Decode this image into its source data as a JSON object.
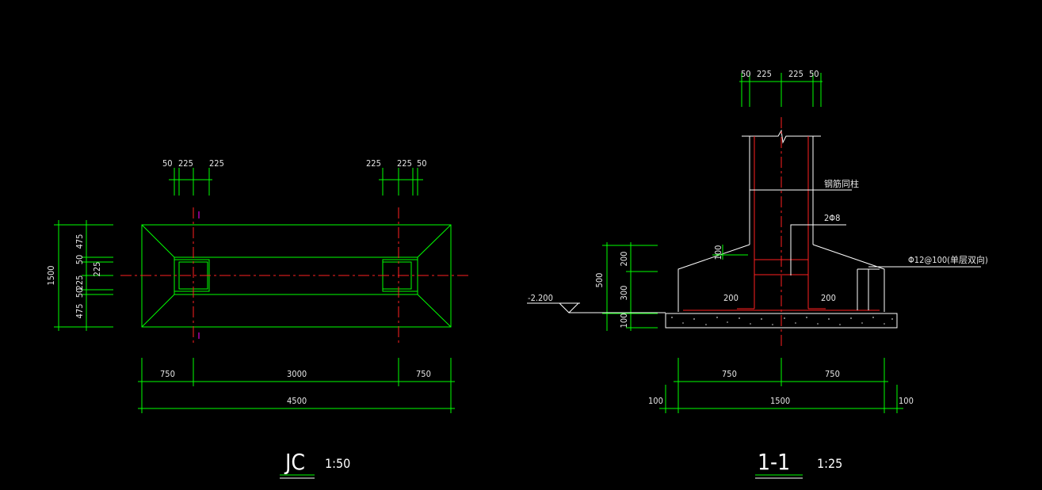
{
  "plan": {
    "top_dims_left": [
      "50",
      "225",
      "225"
    ],
    "top_dims_right": [
      "225",
      "225",
      "50"
    ],
    "left_total": "1500",
    "left_dims": [
      "475",
      "50",
      "225",
      "50",
      "475"
    ],
    "left_inner": "225",
    "bottom_dims": [
      "750",
      "3000",
      "750"
    ],
    "bottom_total": "4500",
    "title": "JC",
    "scale": "1:50"
  },
  "section": {
    "top_dims": [
      "50",
      "225",
      "225",
      "50"
    ],
    "label_rebar_column": "钢筋同柱",
    "label_stirrup": "2Φ8",
    "label_mesh": "Φ12@100(单层双向)",
    "label_small_100": "100",
    "height_total": "500",
    "height_dims": [
      "200",
      "300",
      "100"
    ],
    "level": "-2.200",
    "offset_left": "200",
    "offset_right": "200",
    "bottom_dims": [
      "750",
      "750"
    ],
    "bottom_total": "1500",
    "bottom_side_left": "100",
    "bottom_side_right": "100",
    "title": "1-1",
    "scale": "1:25"
  }
}
